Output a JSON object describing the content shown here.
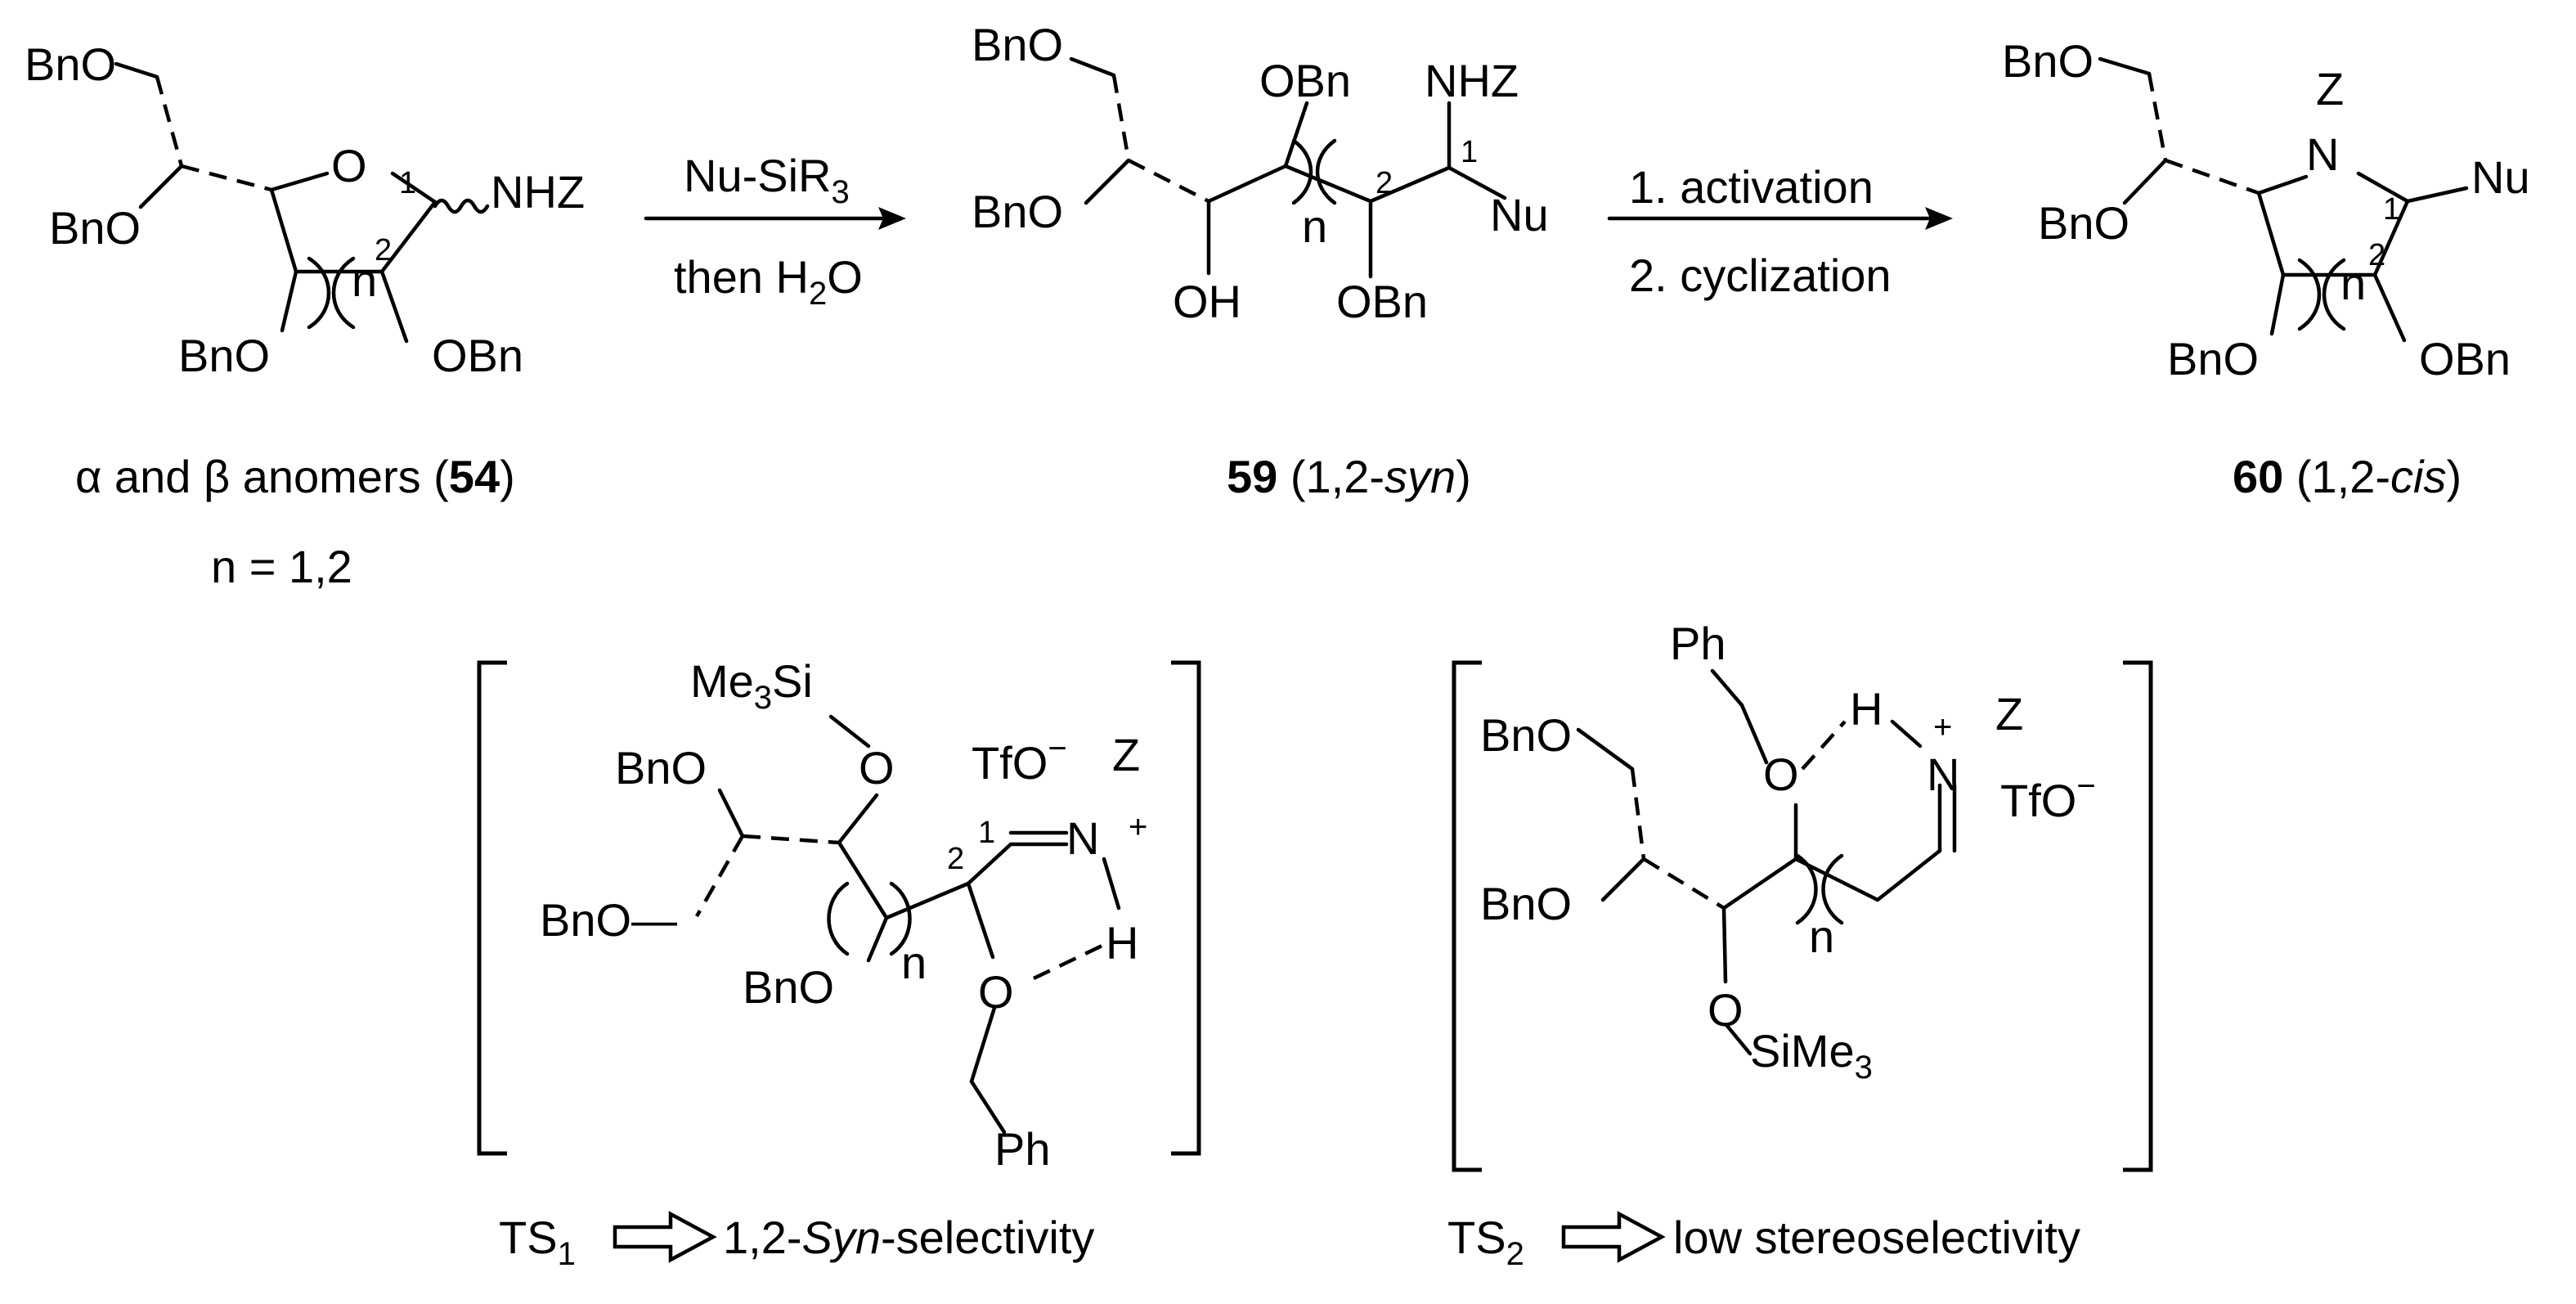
{
  "compound_54": {
    "atoms": {
      "bno_top": "BnO",
      "ring_o": "O",
      "nhz": "NHZ",
      "bno_mid": "BnO",
      "bno_low": "BnO",
      "obn": "OBn",
      "n": "n",
      "c1": "1",
      "c2": "2"
    },
    "caption": {
      "alpha": "α",
      "and": " and ",
      "beta": "β",
      "anomers": " anomers (",
      "id": "54",
      "close": ")"
    },
    "n_values": "n = 1,2"
  },
  "step1": {
    "reagent": "Nu-SiR",
    "reagent_sub": "3",
    "then": "then H",
    "then_sub": "2",
    "then_tail": "O"
  },
  "compound_59": {
    "atoms": {
      "bno_top": "BnO",
      "bno_mid": "BnO",
      "obn_top": "OBn",
      "nhz": "NHZ",
      "nu": "Nu",
      "oh": "OH",
      "obn_low": "OBn",
      "n": "n",
      "c1": "1",
      "c2": "2"
    },
    "caption": {
      "id": "59",
      "open": " (1,2-",
      "stereo": "syn",
      "close": ")"
    }
  },
  "step2": {
    "line1": "1. activation",
    "line2": "2. cyclization"
  },
  "compound_60": {
    "atoms": {
      "bno_top": "BnO",
      "z": "Z",
      "n_atom": "N",
      "nu": "Nu",
      "bno_mid": "BnO",
      "bno_low": "BnO",
      "obn": "OBn",
      "n": "n",
      "c1": "1",
      "c2": "2"
    },
    "caption": {
      "id": "60",
      "open": " (1,2-",
      "stereo": "cis",
      "close": ")"
    }
  },
  "ts1": {
    "atoms": {
      "me3si": "Me",
      "me3si_sub": "3",
      "me3si_tail": "Si",
      "o_si": "O",
      "bno_a": "BnO",
      "bno_b": "BnO—",
      "tfo": "TfO",
      "tfo_sup": "−",
      "z": "Z",
      "n_atom": "N",
      "n_charge": "+",
      "h": "H",
      "bno_c": "BnO",
      "n": "n",
      "o_h": "O",
      "ph": "Ph",
      "c1": "1",
      "c2": "2"
    },
    "label": {
      "ts": "TS",
      "ts_sub": "1",
      "result_pre": "1,2-",
      "result_em": "Syn",
      "result_post": "-selectivity"
    }
  },
  "ts2": {
    "atoms": {
      "ph": "Ph",
      "h": "H",
      "n_charge": "+",
      "z": "Z",
      "bno_a": "BnO",
      "o_top": "O",
      "n_atom": "N",
      "tfo": "TfO",
      "tfo_sup": "−",
      "bno_b": "BnO",
      "n": "n",
      "o_si": "O",
      "sime3": "SiMe",
      "sime3_sub": "3"
    },
    "label": {
      "ts": "TS",
      "ts_sub": "2",
      "result": "low stereoselectivity"
    }
  }
}
